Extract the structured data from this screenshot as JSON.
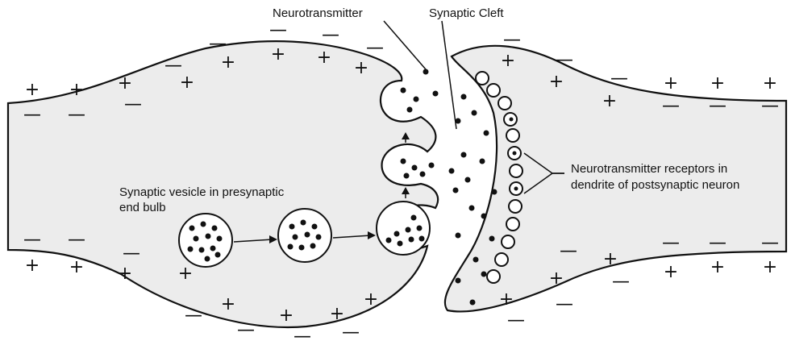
{
  "labels": {
    "neurotransmitter": "Neurotransmitter",
    "synaptic_cleft": "Synaptic Cleft",
    "vesicle_line1": "Synaptic vesicle in presynaptic",
    "vesicle_line2": "end bulb",
    "receptors_line1": "Neurotransmitter receptors in",
    "receptors_line2": "dendrite of postsynaptic neuron"
  },
  "signs": {
    "plus": "+",
    "minus": "—"
  }
}
